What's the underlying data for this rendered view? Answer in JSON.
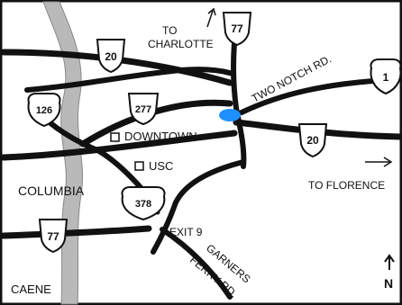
{
  "map": {
    "labels": {
      "to_charlotte_1": "TO",
      "to_charlotte_2": "CHARLOTTE",
      "two_notch": "TWO NOTCH RD.",
      "downtown": "DOWNTOWN",
      "usc": "USC",
      "columbia": "COLUMBIA",
      "to_florence": "TO FLORENCE",
      "exit9": "EXIT 9",
      "garners_1": "GARNERS",
      "garners_2": "FERRY RD.",
      "caene": "CAENE",
      "north": "N"
    },
    "shields": {
      "i77_top": "77",
      "i20_left": "20",
      "i277": "277",
      "i126": "126",
      "us1": "1",
      "i20_right": "20",
      "us378": "378",
      "i77_bottom": "77"
    },
    "colors": {
      "road": "#111111",
      "river": "#b9b9b9",
      "marker": "#1e90ff"
    },
    "icons": [
      "north-arrow-icon",
      "direction-arrow-icon",
      "location-marker-icon",
      "landmark-square-icon"
    ]
  }
}
